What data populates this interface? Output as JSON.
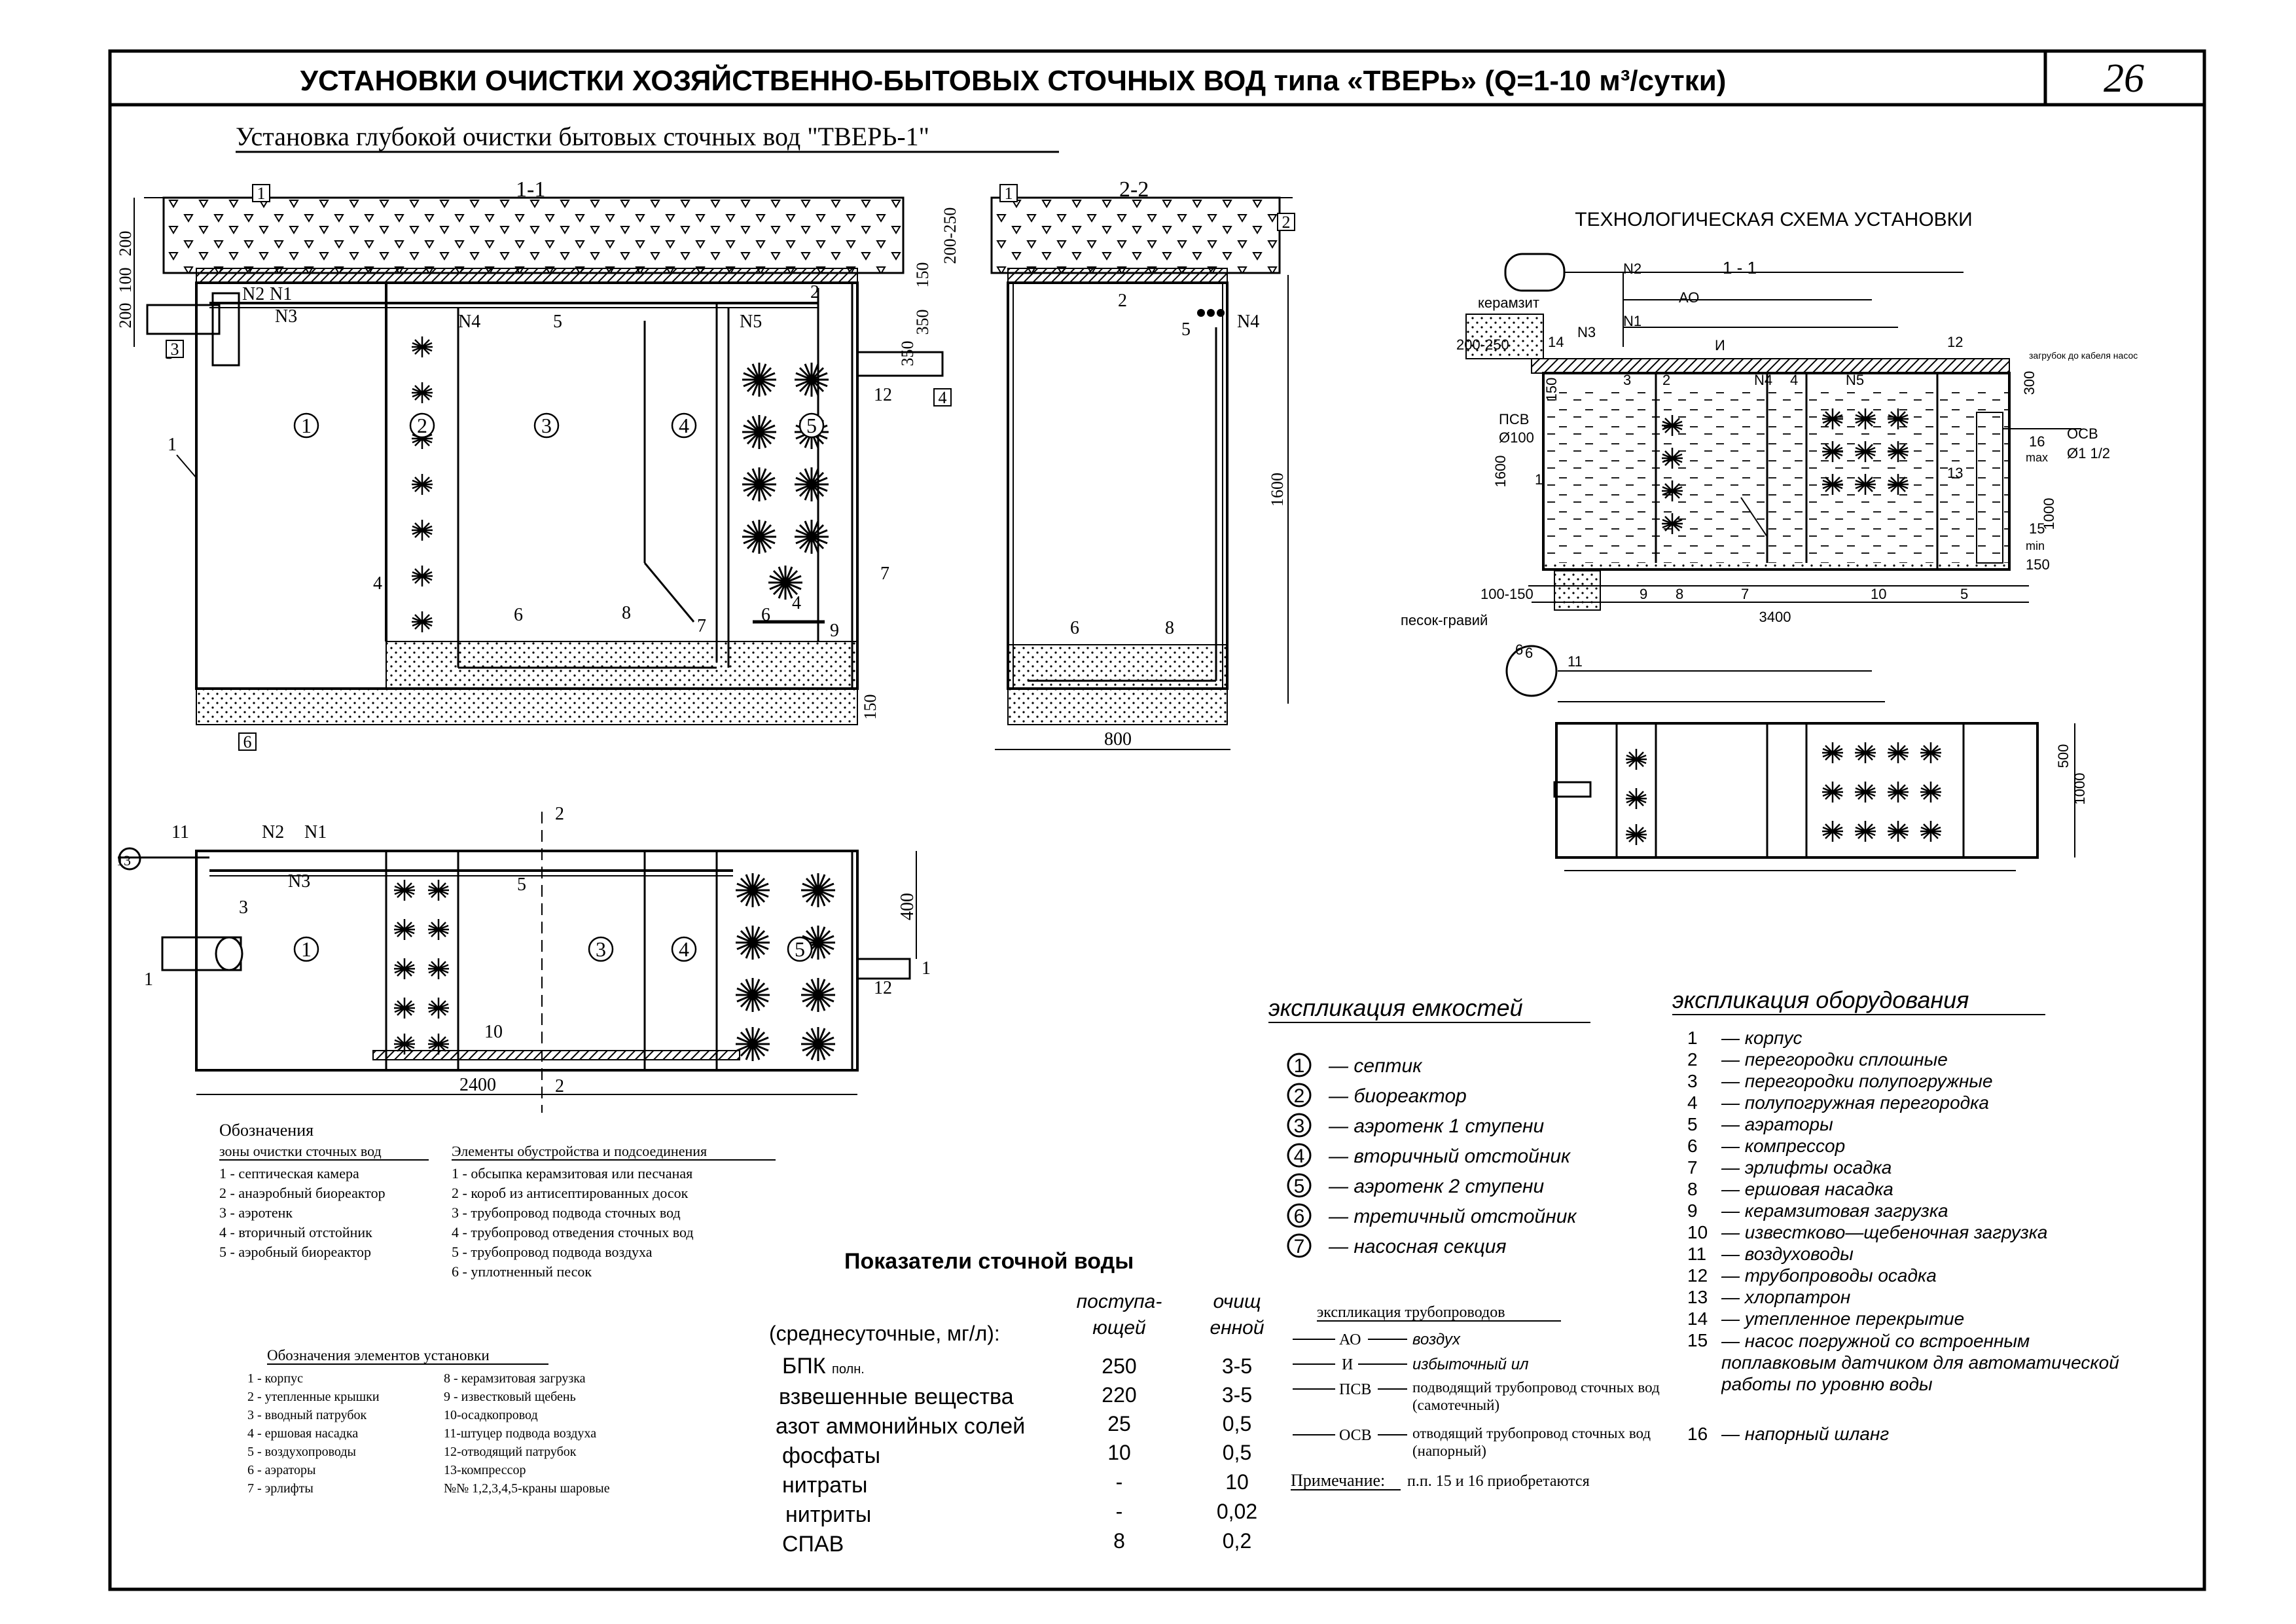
{
  "header": {
    "title": "УСТАНОВКИ ОЧИСТКИ ХОЗЯЙСТВЕННО-БЫТОВЫХ СТОЧНЫХ ВОД типа «ТВЕРЬ» (Q=1-10 м³/сутки)",
    "sheet_number": "26"
  },
  "subtitle": "Установка глубокой очистки бытовых сточных вод \"ТВЕРЬ-1\"",
  "section_11": {
    "title": "1-1",
    "dims": [
      "200",
      "100",
      "200",
      "150",
      "350",
      "350",
      "150",
      "1600"
    ],
    "zones": [
      "1",
      "2",
      "3",
      "4",
      "5"
    ],
    "callouts": [
      "1",
      "3",
      "4",
      "4",
      "5",
      "6",
      "6",
      "7",
      "7",
      "8",
      "9",
      "12",
      "2",
      "N1",
      "N2",
      "N3",
      "N4",
      "N5"
    ],
    "boxed": [
      "1",
      "3",
      "4",
      "6"
    ]
  },
  "section_22": {
    "title": "2-2",
    "dims": [
      "200-250",
      "800"
    ],
    "callouts": [
      "2",
      "5",
      "6",
      "8",
      "N4"
    ],
    "boxed": [
      "1",
      "2"
    ]
  },
  "plan": {
    "dims": [
      "2400",
      "400"
    ],
    "callouts": [
      "11",
      "13",
      "3",
      "5",
      "10",
      "12",
      "N1",
      "N2",
      "N3",
      "1",
      "1",
      "2",
      "2"
    ],
    "zones": [
      "1",
      "3",
      "4",
      "5"
    ]
  },
  "tech_scheme": {
    "title": "ТЕХНОЛОГИЧЕСКАЯ СХЕМА УСТАНОВКИ",
    "section": "1 - 1",
    "labels": [
      "керамзит",
      "200-250",
      "150",
      "ПСВ",
      "Ø100",
      "1600",
      "100-150",
      "песок-гравий",
      "3400",
      "300",
      "ОСВ",
      "Ø1 1/2",
      "max",
      "min",
      "1000",
      "150",
      "500",
      "1000",
      "АО",
      "И",
      "загрубок до кабеля насос"
    ],
    "callouts": [
      "6",
      "11",
      "12",
      "14",
      "N1",
      "N2",
      "N3",
      "N4",
      "N5",
      "1",
      "2",
      "3",
      "4",
      "5",
      "6",
      "7",
      "8",
      "9",
      "10",
      "13",
      "15",
      "16"
    ]
  },
  "legend_zones": {
    "heading1": "Обозначения",
    "heading2": "зоны очистки сточных вод",
    "items": [
      {
        "num": "1",
        "text": "- септическая камера"
      },
      {
        "num": "2",
        "text": "- анаэробный биореактор"
      },
      {
        "num": "3",
        "text": "- аэротенк"
      },
      {
        "num": "4",
        "text": "- вторичный отстойник"
      },
      {
        "num": "5",
        "text": "- аэробный биореактор"
      }
    ]
  },
  "legend_elements": {
    "heading": "Элементы обустройства и подсоединения",
    "items": [
      {
        "num": "1",
        "text": "- обсыпка керамзитовая или песчаная"
      },
      {
        "num": "2",
        "text": "- короб из антисептированных досок"
      },
      {
        "num": "3",
        "text": "- трубопровод подвода сточных вод"
      },
      {
        "num": "4",
        "text": "- трубопровод отведения сточных вод"
      },
      {
        "num": "5",
        "text": "- трубопровод подвода воздуха"
      },
      {
        "num": "6",
        "text": "- уплотненный песок"
      }
    ]
  },
  "legend_install": {
    "heading": "Обозначения элементов установки",
    "left": [
      "1 - корпус",
      "2 - утепленные крышки",
      "3 - вводный патрубок",
      "4 - ершовая насадка",
      "5 - воздухопроводы",
      "6 - аэраторы",
      "7 - эрлифты"
    ],
    "right": [
      "8 - керамзитовая загрузка",
      "9 - известковый щебень",
      "10-осадкопровод",
      "11-штуцер подвода воздуха",
      "12-отводящий патрубок",
      "13-компрессор",
      "№№ 1,2,3,4,5-краны шаровые"
    ]
  },
  "water_table": {
    "title": "Показатели сточной воды",
    "col_in": [
      "поступа-",
      "ющей"
    ],
    "col_out": [
      "очищ",
      "енной"
    ],
    "param_head": "(среднесуточные, мг/л):",
    "rows": [
      {
        "name": "БПК",
        "sub": "полн.",
        "in": "250",
        "out": "3-5"
      },
      {
        "name": "взвешенные вещества",
        "sub": "",
        "in": "220",
        "out": "3-5"
      },
      {
        "name": "азот аммонийных солей",
        "sub": "",
        "in": "25",
        "out": "0,5"
      },
      {
        "name": "фосфаты",
        "sub": "",
        "in": "10",
        "out": "0,5"
      },
      {
        "name": "нитраты",
        "sub": "",
        "in": "-",
        "out": "10"
      },
      {
        "name": "нитриты",
        "sub": "",
        "in": "-",
        "out": "0,02"
      },
      {
        "name": "СПАВ",
        "sub": "",
        "in": "8",
        "out": "0,2"
      }
    ]
  },
  "pipes": {
    "title": "экспликация трубопроводов",
    "items": [
      {
        "code": "АО",
        "text": "воздух"
      },
      {
        "code": "И",
        "text": "избыточный ил"
      },
      {
        "code": "ПСВ",
        "text": "подводящий трубопровод сточных вод (самотечный)"
      },
      {
        "code": "ОСВ",
        "text": "отводящий трубопровод сточных вод (напорный)"
      }
    ],
    "note_label": "Примечание:",
    "note": "п.п. 15 и 16 приобретаются"
  },
  "capacities": {
    "title": "экспликация емкостей",
    "items": [
      {
        "num": "1",
        "text": "септик"
      },
      {
        "num": "2",
        "text": "биореактор"
      },
      {
        "num": "3",
        "text": "аэротенк 1 ступени"
      },
      {
        "num": "4",
        "text": "вторичный отстойник"
      },
      {
        "num": "5",
        "text": "аэротенк 2 ступени"
      },
      {
        "num": "6",
        "text": "третичный отстойник"
      },
      {
        "num": "7",
        "text": "насосная секция"
      }
    ]
  },
  "equipment": {
    "title": "экспликация оборудования",
    "items": [
      {
        "num": "1",
        "text": "корпус"
      },
      {
        "num": "2",
        "text": "перегородки сплошные"
      },
      {
        "num": "3",
        "text": "перегородки полупогружные"
      },
      {
        "num": "4",
        "text": "полупогружная перегородка"
      },
      {
        "num": "5",
        "text": "аэраторы"
      },
      {
        "num": "6",
        "text": "компрессор"
      },
      {
        "num": "7",
        "text": "эрлифты осадка"
      },
      {
        "num": "8",
        "text": "ершовая насадка"
      },
      {
        "num": "9",
        "text": "керамзитовая загрузка"
      },
      {
        "num": "10",
        "text": "известково—щебеночная загрузка"
      },
      {
        "num": "11",
        "text": "воздуховоды"
      },
      {
        "num": "12",
        "text": "трубопроводы осадка"
      },
      {
        "num": "13",
        "text": "хлорпатрон"
      },
      {
        "num": "14",
        "text": "утепленное перекрытие"
      },
      {
        "num": "15",
        "text": "насос погружной со встроенным поплавковым датчиком для автоматической работы по уровню воды"
      },
      {
        "num": "16",
        "text": "напорный шланг"
      }
    ]
  }
}
